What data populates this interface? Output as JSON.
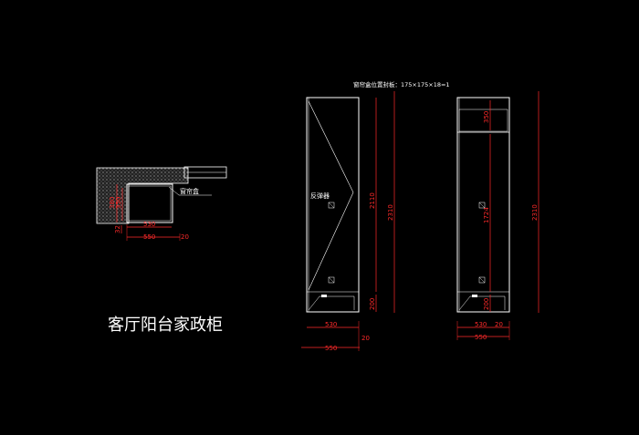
{
  "drawing": {
    "title": "客厅阳台家政柜",
    "top_note": "窗帘盒位置封板：175×175×18=1",
    "colors": {
      "background": "#000000",
      "outline": "#ffffff",
      "dimension": "#ff2a2a",
      "hatch": "#9a9a9a"
    }
  },
  "plan_view": {
    "label": "窗帘盒",
    "dims": {
      "depth_a": "380",
      "depth_b": "350",
      "inner_width": "530",
      "outer_width": "550",
      "side": "20",
      "base": "32"
    }
  },
  "elevation_left": {
    "label": "反弹器",
    "dims": {
      "door_height": "2110",
      "total_height": "2310",
      "base": "200",
      "inner_width": "530",
      "outer_width": "550",
      "side": "20"
    }
  },
  "elevation_right": {
    "dims": {
      "top_box": "350",
      "middle": "1724",
      "total_height": "2310",
      "base": "200",
      "inner_width": "530",
      "outer_width": "550",
      "side": "20"
    }
  }
}
